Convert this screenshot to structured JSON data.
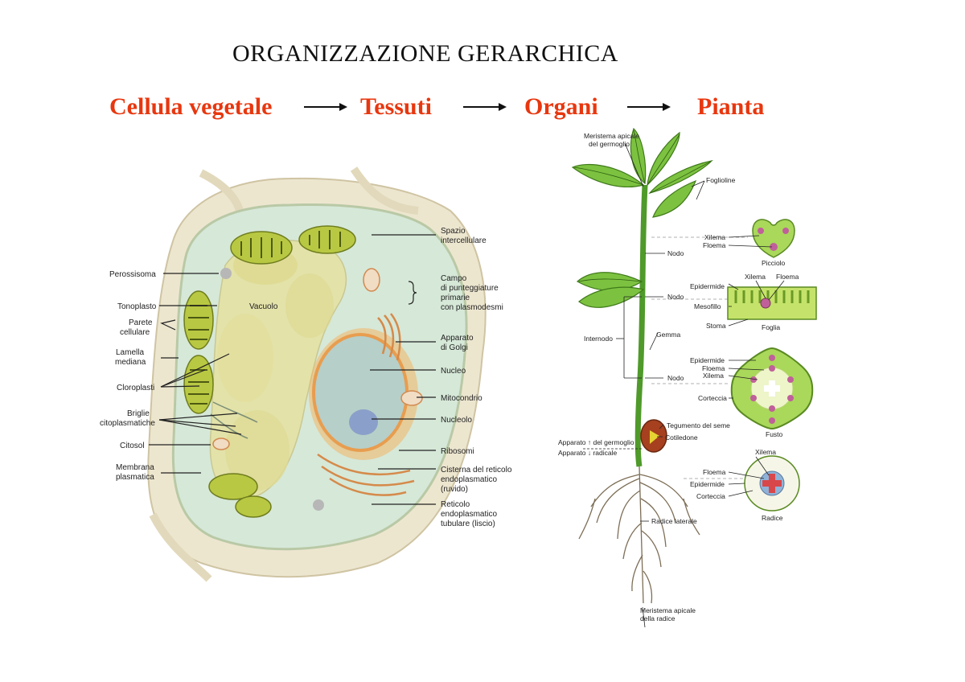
{
  "title": "ORGANIZZAZIONE GERARCHICA",
  "hierarchy": [
    "Cellula vegetale",
    "Tessuti",
    "Organi",
    "Pianta"
  ],
  "cell_labels": {
    "perossisoma": "Perossisoma",
    "tonoplasto": "Tonoplasto",
    "parete": [
      "Parete",
      "cellulare"
    ],
    "lamella": [
      "Lamella",
      "mediana"
    ],
    "cloroplasti": "Cloroplasti",
    "briglie": [
      "Briglie",
      "citoplasmatiche"
    ],
    "citosol": "Citosol",
    "membrana": [
      "Membrana",
      "plasmatica"
    ],
    "vacuolo": "Vacuolo",
    "spazio": [
      "Spazio",
      "intercellulare"
    ],
    "campo": [
      "Campo",
      "di punteggiature",
      "primarie",
      "con plasmodesmi"
    ],
    "golgi": [
      "Apparato",
      "di Golgi"
    ],
    "nucleo": "Nucleo",
    "mitocondrio": "Mitocondrio",
    "nucleolo": "Nucleolo",
    "ribosomi": "Ribosomi",
    "cisterna": [
      "Cisterna del reticolo",
      "endoplasmatico",
      "(ruvido)"
    ],
    "reticolo": [
      "Reticolo",
      "endoplasmatico",
      "tubulare (liscio)"
    ]
  },
  "plant_labels": {
    "meristema_germoglio": [
      "Meristema apicale",
      "del germoglio"
    ],
    "foglioline": "Foglioline",
    "xilema": "Xilema",
    "floema": "Floema",
    "picciolo": "Picciolo",
    "nodo": "Nodo",
    "epidermide": "Epidermide",
    "mesofillo": "Mesofillo",
    "stoma": "Stoma",
    "foglia": "Foglia",
    "internodo": "Internodo",
    "gemma": "Gemma",
    "corteccia": "Corteccia",
    "fusto": "Fusto",
    "tegumento": "Tegumento del seme",
    "cotiledone": "Cotiledone",
    "apparato_germoglio": "Apparato ↑ del germoglio",
    "apparato_radicale": "Apparato ↓     radicale",
    "radice_laterale": "Radice laterale",
    "radice": "Radice",
    "meristema_radice": [
      "Meristema apicale",
      "della radice"
    ]
  }
}
